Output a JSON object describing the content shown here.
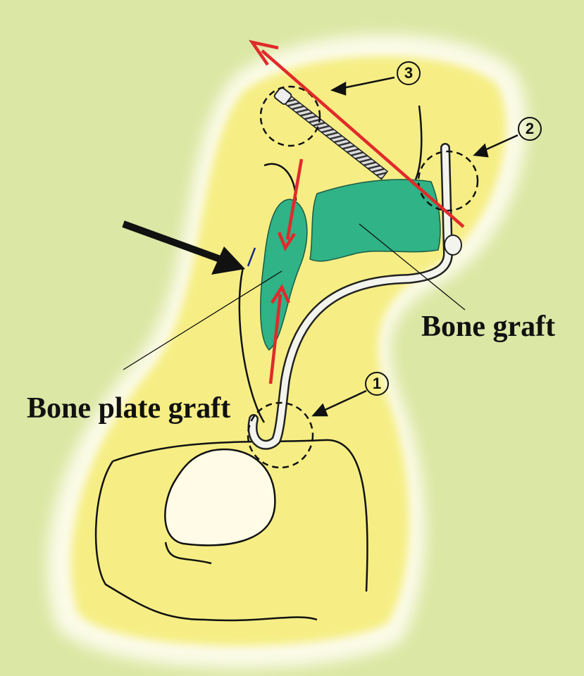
{
  "labels": {
    "bone_graft": "Bone graft",
    "bone_plate_graft": "Bone plate graft"
  },
  "markers": {
    "marker_1": "1",
    "marker_2": "2",
    "marker_3": "3"
  },
  "colors": {
    "background": "#dbe7a4",
    "bone": "#f6ee84",
    "graft": "#2fb387",
    "red_arrow": "#e02a2a"
  }
}
